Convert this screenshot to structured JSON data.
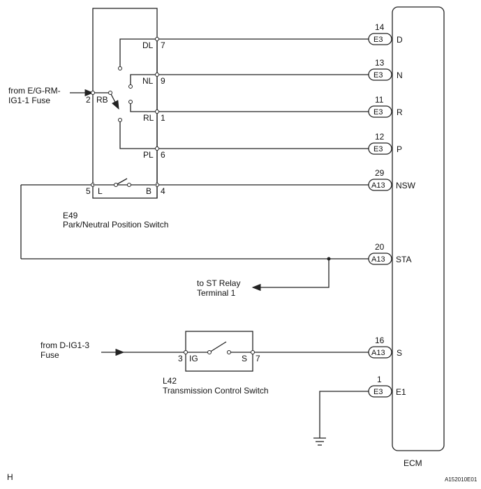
{
  "ecm": {
    "label": "ECM",
    "terminals": [
      {
        "num": "14",
        "conn": "E3",
        "name": "D"
      },
      {
        "num": "13",
        "conn": "E3",
        "name": "N"
      },
      {
        "num": "11",
        "conn": "E3",
        "name": "R"
      },
      {
        "num": "12",
        "conn": "E3",
        "name": "P"
      },
      {
        "num": "29",
        "conn": "A13",
        "name": "NSW"
      },
      {
        "num": "20",
        "conn": "A13",
        "name": "STA"
      },
      {
        "num": "16",
        "conn": "A13",
        "name": "S"
      },
      {
        "num": "1",
        "conn": "E3",
        "name": "E1"
      }
    ]
  },
  "pnp_switch": {
    "id": "E49",
    "name": "Park/Neutral Position Switch",
    "pins": {
      "rb": {
        "num": "2",
        "name": "RB"
      },
      "dl": {
        "name": "DL",
        "num": "7"
      },
      "nl": {
        "name": "NL",
        "num": "9"
      },
      "rl": {
        "name": "RL",
        "num": "1"
      },
      "pl": {
        "name": "PL",
        "num": "6"
      },
      "l": {
        "num": "5",
        "name": "L"
      },
      "b": {
        "name": "B",
        "num": "4"
      }
    }
  },
  "tc_switch": {
    "id": "L42",
    "name": "Transmission Control Switch",
    "pins": {
      "ig": {
        "num": "3",
        "name": "IG"
      },
      "s": {
        "name": "S",
        "num": "7"
      }
    }
  },
  "sources": {
    "fuse1_line1": "from E/G-RM-",
    "fuse1_line2": "IG1-1 Fuse",
    "fuse2_line1": "from D-IG1-3",
    "fuse2_line2": "Fuse",
    "st_line1": "to ST Relay",
    "st_line2": "Terminal 1"
  },
  "footer": {
    "left_code": "H",
    "right_code": "A152010E01"
  }
}
